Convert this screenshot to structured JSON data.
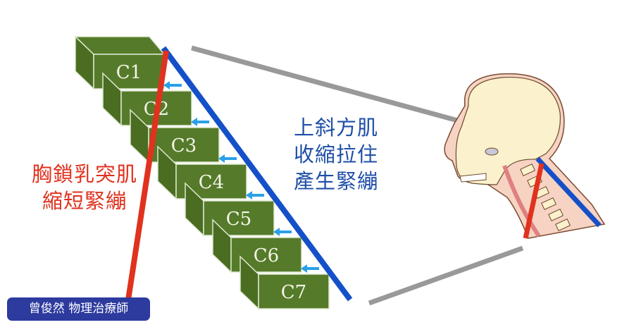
{
  "vertebrae": [
    "C1",
    "C2",
    "C3",
    "C4",
    "C5",
    "C6",
    "C7"
  ],
  "labels": {
    "scm": [
      "胸鎖乳突肌",
      "縮短緊繃"
    ],
    "trapezius": [
      "上斜方肌",
      "收縮拉住",
      "產生緊繃"
    ]
  },
  "badge": "曾俊然 物理治療師",
  "colors": {
    "block": "#557b2a",
    "scm": "#e0321e",
    "trapezius": "#1450c8",
    "arrow": "#2aa0e8",
    "connector": "#999999"
  }
}
